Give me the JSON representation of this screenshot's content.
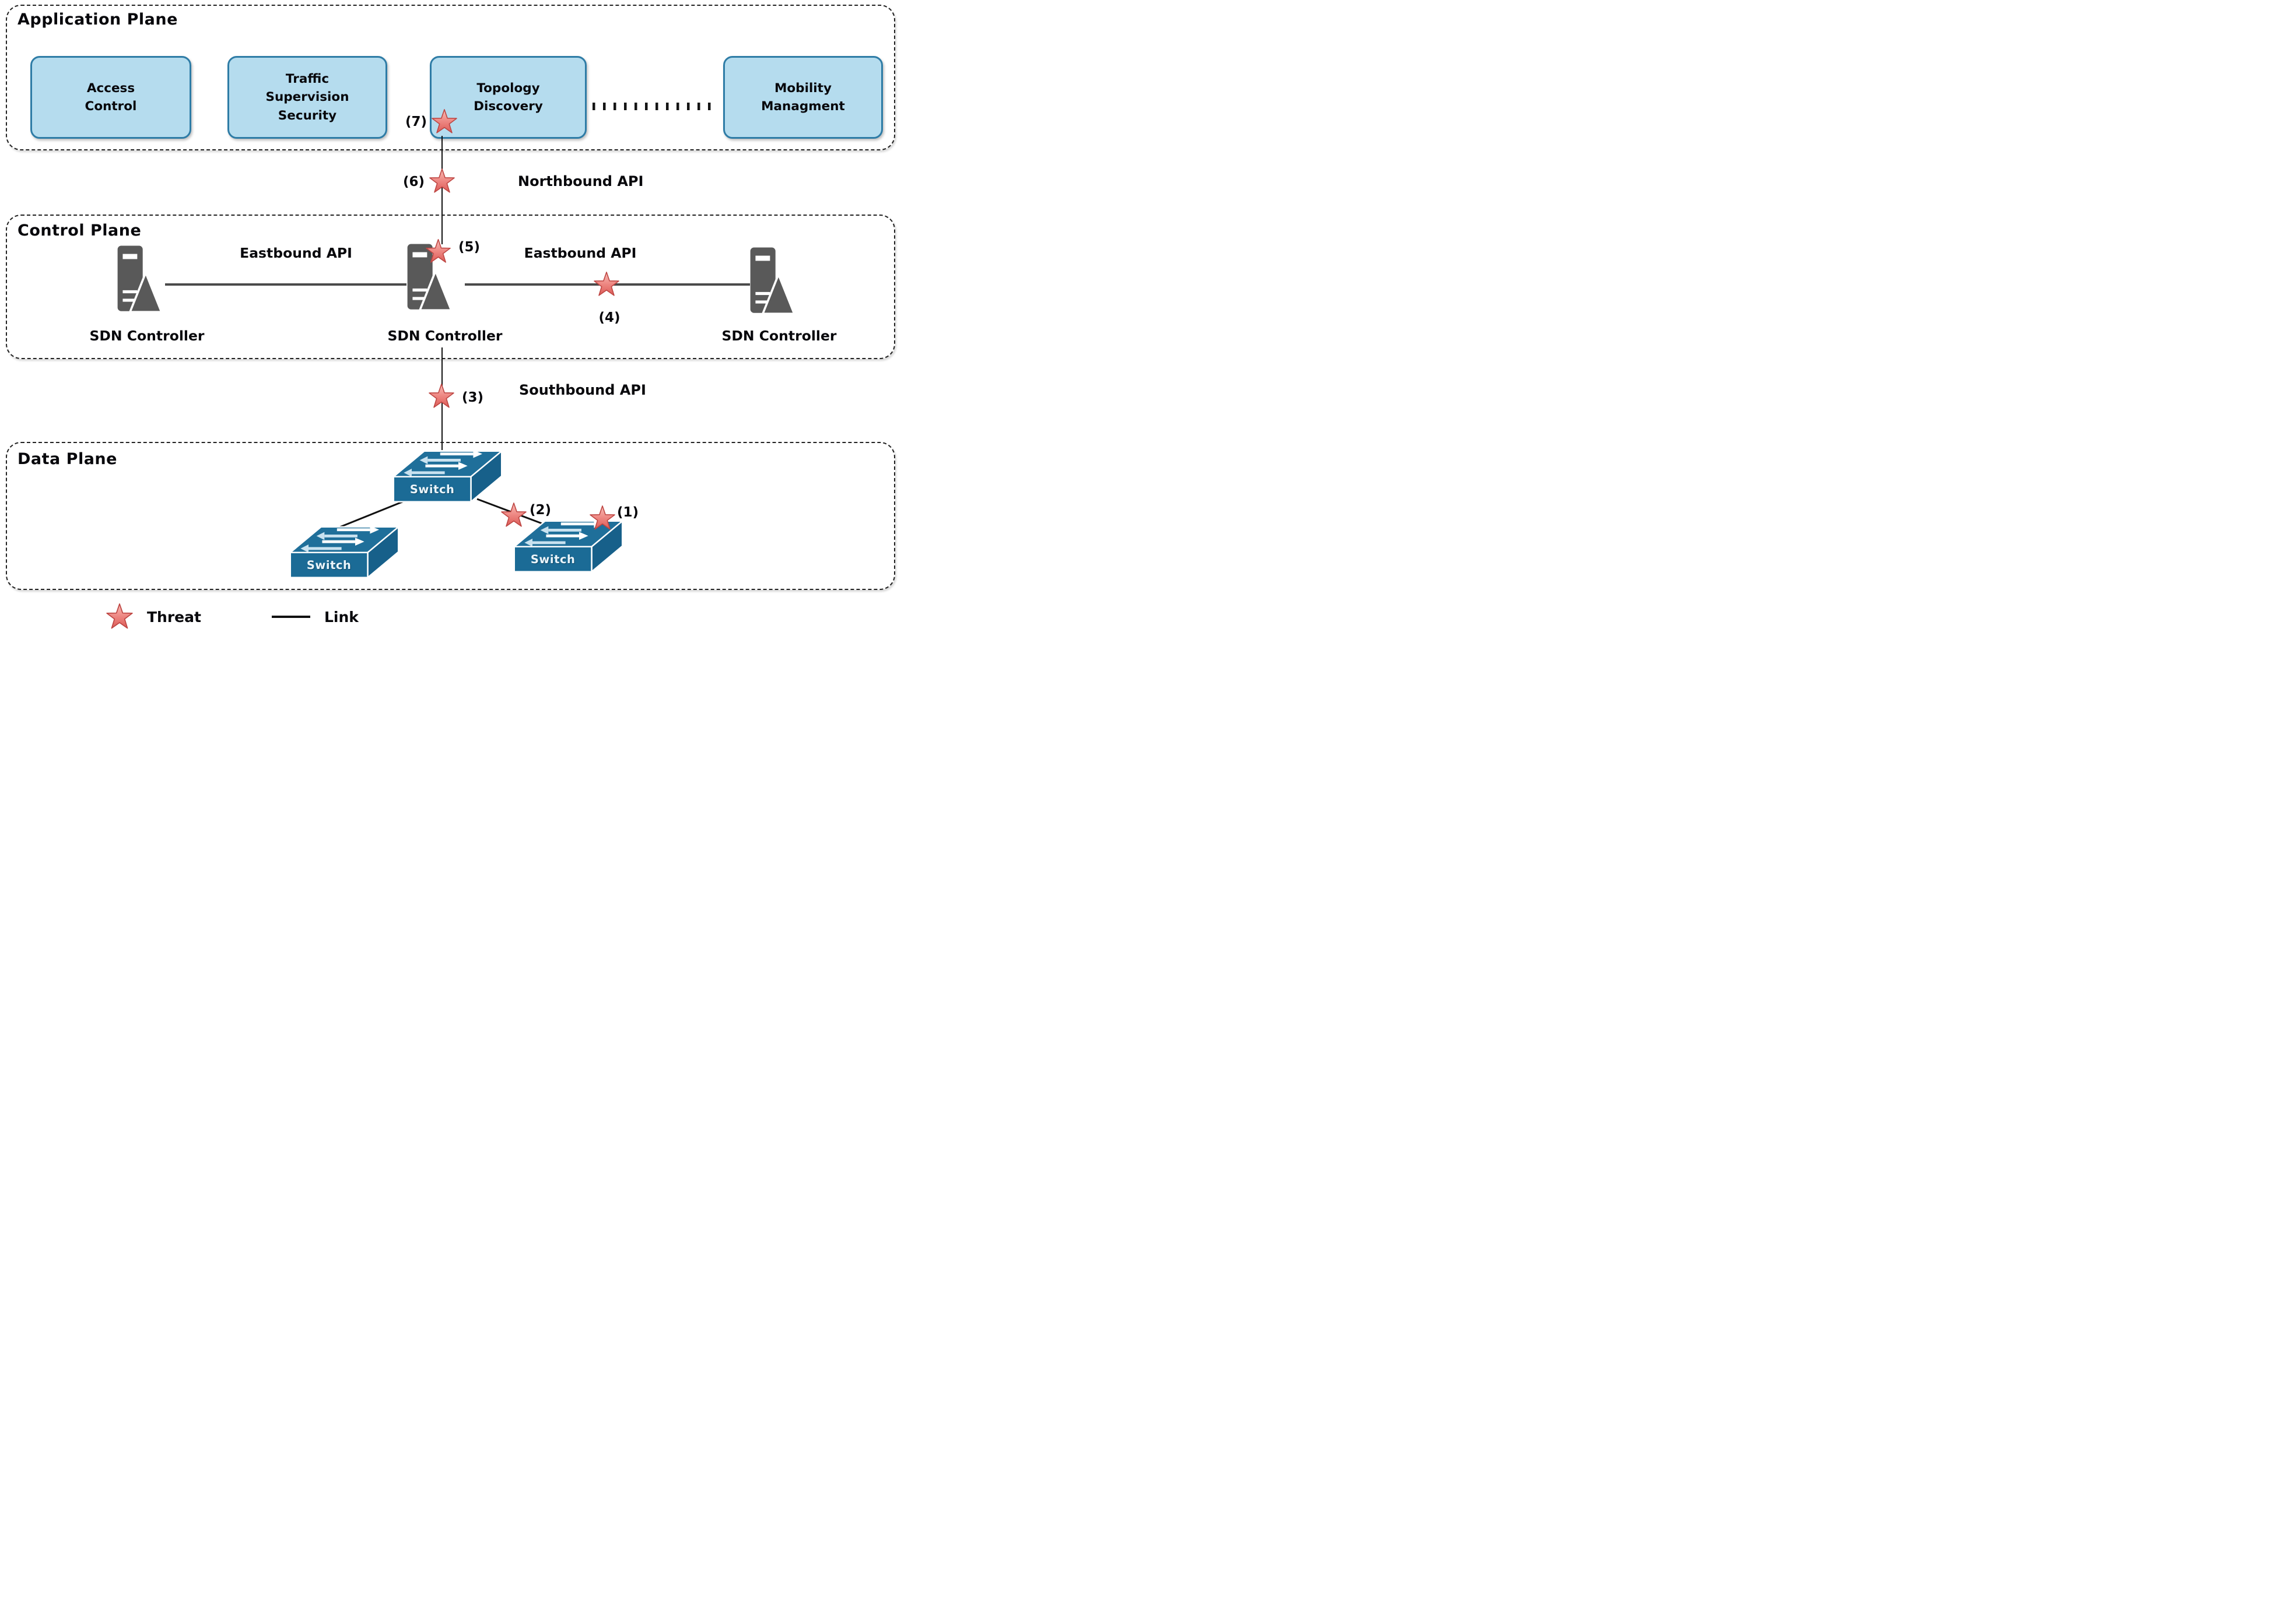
{
  "app_plane": {
    "title": "Application Plane",
    "boxes": [
      "Access\nControl",
      "Traffic\nSupervision\nSecurity",
      "Topology\nDiscovery",
      "Mobility\nManagment"
    ]
  },
  "control_plane": {
    "title": "Control Plane",
    "controllers": [
      "SDN Controller",
      "SDN Controller",
      "SDN Controller"
    ]
  },
  "data_plane": {
    "title": "Data Plane",
    "switches": [
      "Switch",
      "Switch",
      "Switch"
    ]
  },
  "apis": {
    "northbound": "Northbound API",
    "eastbound_left": "Eastbound API",
    "eastbound_right": "Eastbound API",
    "southbound": "Southbound API"
  },
  "threats": [
    "(1)",
    "(2)",
    "(3)",
    "(4)",
    "(5)",
    "(6)",
    "(7)"
  ],
  "legend": {
    "threat_label": "Threat",
    "link_label": "Link"
  },
  "colors": {
    "box_fill": "#B5DCEE",
    "box_border": "#2E7CA6",
    "server_gray": "#595959",
    "switch_blue": "#1B6B96",
    "star_red": "#EE8883",
    "star_border": "#BE4643",
    "link_gray": "#4A4A4A"
  }
}
